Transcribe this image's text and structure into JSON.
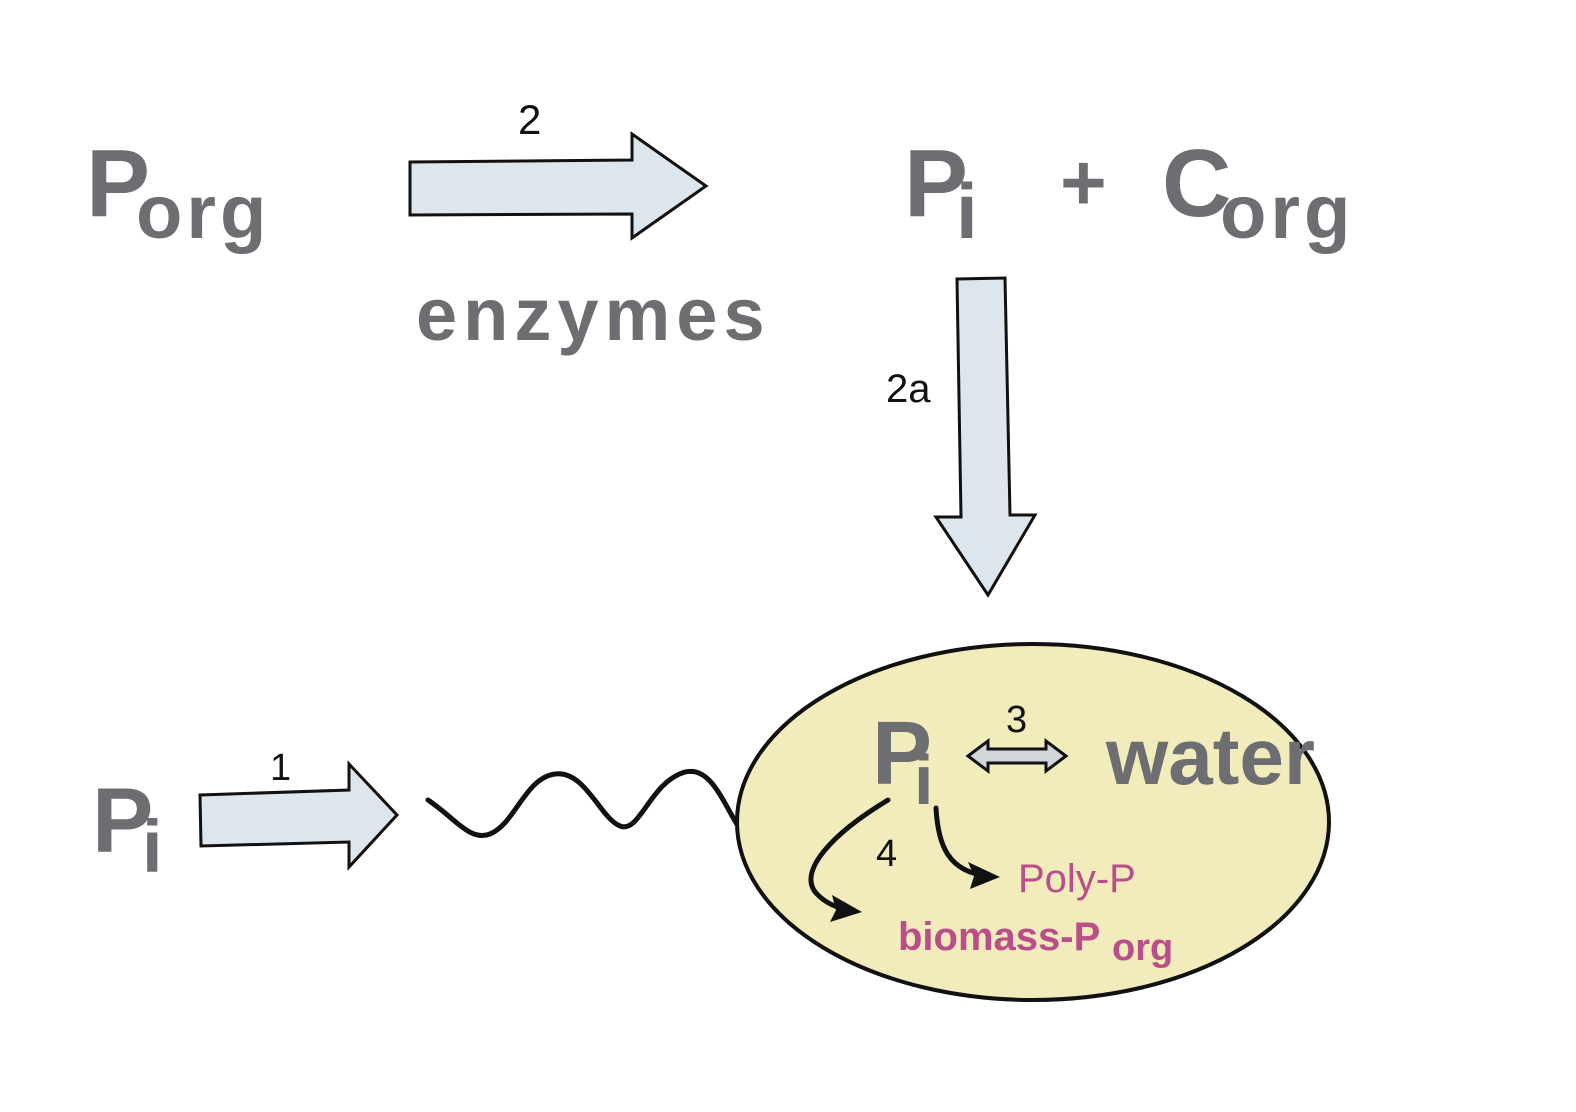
{
  "top": {
    "reactant": {
      "base": "P",
      "sub": "org"
    },
    "arrow_number": "2",
    "arrow_caption": "enzymes",
    "product_pi": {
      "base": "P",
      "sub": "i"
    },
    "plus": "+",
    "product_corg": {
      "base": "C",
      "sub": "org"
    },
    "down_arrow_number": "2a"
  },
  "uptake": {
    "pi": {
      "base": "P",
      "sub": "i"
    },
    "arrow_number": "1"
  },
  "cell": {
    "pi": {
      "base": "P",
      "sub": "i"
    },
    "exchange_number": "3",
    "water": "water",
    "branch_number": "4",
    "polyp": "Poly-P",
    "biomass": {
      "base": "biomass-P",
      "sub": "org"
    }
  },
  "colors": {
    "arrow_fill": "#dce6ec",
    "arrow_stroke": "#111111",
    "cell_fill": "#f2ebbc",
    "text_gray": "#6d6e71",
    "pink": "#b94e8a",
    "exchange_arrow_fill": "#d2d6da"
  }
}
